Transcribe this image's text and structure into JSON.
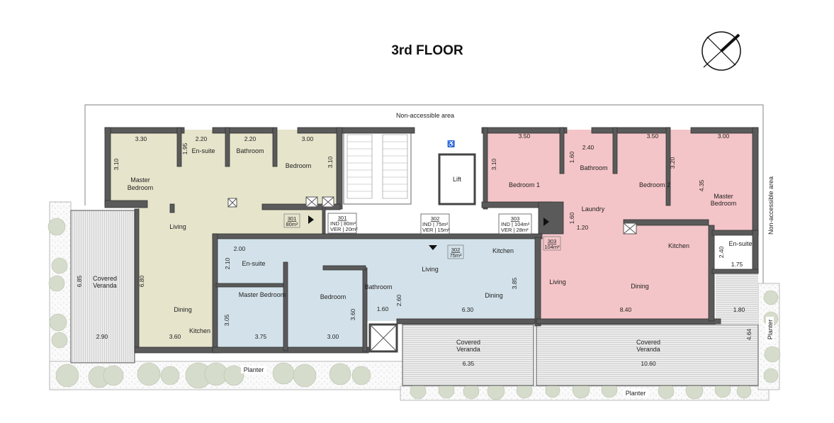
{
  "title": "3rd FLOOR",
  "non_accessible_top": "Non-accessible area",
  "non_accessible_right": "Non-accessible area",
  "lift": "Lift",
  "planters": [
    "Planter",
    "Planter",
    "Planter"
  ],
  "colors": {
    "unit_301": "#e6e4cb",
    "unit_302": "#d3e2ea",
    "unit_303": "#f4c5c8",
    "wall": "#5a5a5a",
    "veranda": "#e4e4e4",
    "tree": "#d6dccb"
  },
  "unit_301": {
    "rooms": {
      "master_bedroom_1": "Master",
      "master_bedroom_2": "Bedroom",
      "ensuite": "En-suite",
      "bathroom": "Bathroom",
      "bedroom": "Bedroom",
      "living": "Living",
      "dining": "Dining",
      "kitchen": "Kitchen",
      "veranda_1": "Covered",
      "veranda_2": "Veranda"
    },
    "dims": {
      "mb_w": "3.30",
      "mb_h": "3.10",
      "ens_w": "2.20",
      "ens_h": "1.95",
      "bath_w": "2.20",
      "bed_w": "3.00",
      "bed_h": "3.10",
      "ver_h": "6.85",
      "liv_h": "6.80",
      "ver_w": "2.90",
      "liv_w": "3.60"
    },
    "tag": {
      "number": "301",
      "area": "80m²"
    },
    "info": {
      "number": "301",
      "ind": "IND  | 80m²",
      "ver": "VER | 20m²"
    }
  },
  "unit_302": {
    "rooms": {
      "ensuite": "En-suite",
      "master_bedroom": "Master Bedroom",
      "bedroom": "Bedroom",
      "bathroom": "Bathroom",
      "living": "Living",
      "kitchen": "Kitchen",
      "dining": "Dining",
      "veranda_1": "Covered",
      "veranda_2": "Veranda"
    },
    "dims": {
      "ens_w": "2.00",
      "ens_h": "2.10",
      "mb_h": "3.05",
      "mb_w": "3.75",
      "bed_h": "3.60",
      "bed_w": "3.00",
      "bath_h": "2.60",
      "bath_w": "1.60",
      "liv_w": "6.30",
      "liv_h": "3.85",
      "ver_w": "6.35"
    },
    "tag": {
      "number": "302",
      "area": "75m²"
    },
    "info": {
      "number": "302",
      "ind": "IND  | 75m²",
      "ver": "VER | 15m²"
    }
  },
  "unit_303": {
    "rooms": {
      "bedroom1": "Bedroom 1",
      "bathroom": "Bathroom",
      "bedroom2": "Bedroom 2",
      "master_bedroom_1": "Master",
      "master_bedroom_2": "Bedroom",
      "laundry": "Laundry",
      "ensuite": "En-suite",
      "kitchen": "Kitchen",
      "living": "Living",
      "dining": "Dining",
      "veranda_1": "Covered",
      "veranda_2": "Veranda"
    },
    "dims": {
      "b1_w": "3.50",
      "b1_h": "3.10",
      "bath_w": "2.40",
      "bath_h": "1.60",
      "b2_w": "3.50",
      "b2_h": "3.20",
      "mb_w": "3.00",
      "mb_h": "4.35",
      "lau_h": "1.60",
      "lau_w": "1.20",
      "ens_h": "2.40",
      "ens_w": "1.75",
      "liv_w": "8.40",
      "ver_side_w": "1.80",
      "ver_h": "4.64",
      "ver_w": "10.60"
    },
    "tag": {
      "number": "303",
      "area": "104m²"
    },
    "info": {
      "number": "303",
      "ind": "IND  | 104m²",
      "ver": "VER | 28m²"
    }
  }
}
